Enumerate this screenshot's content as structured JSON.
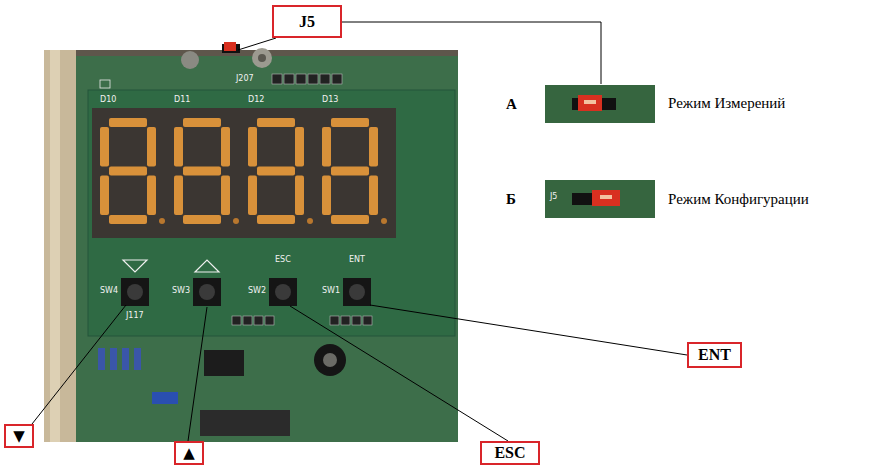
{
  "diagram": {
    "nodes": [
      {
        "text": [
          "J5"
        ]
      },
      {
        "text": [
          "▼"
        ]
      },
      {
        "text": [
          "▲"
        ]
      },
      {
        "text": [
          "ESC"
        ]
      },
      {
        "text": [
          "ENT"
        ]
      }
    ],
    "labels": [
      "D10",
      "D11",
      "D12",
      "D13",
      "J207",
      "SW4",
      "SW3",
      "SW2",
      "SW1",
      "ESC",
      "ENT",
      "J117",
      "А",
      "Режим Измерений",
      "Б",
      "Режим Конфигурации",
      "J5"
    ]
  }
}
